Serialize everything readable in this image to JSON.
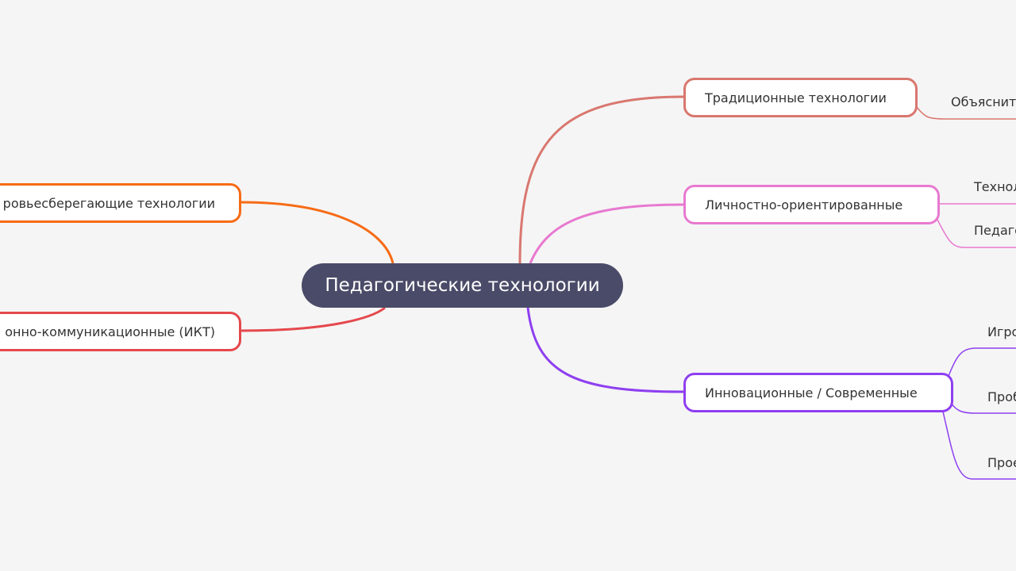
{
  "center": {
    "label": "Педагогические технологии",
    "color": "#4a4b68"
  },
  "right": [
    {
      "label": "Традиционные технологии",
      "color": "#d9776f",
      "children": [
        "Объяснит"
      ]
    },
    {
      "label": "Личностно-ориентированные",
      "color": "#e879d0",
      "children": [
        "Технол",
        "Педаго"
      ]
    },
    {
      "label": "Инновационные / Современные",
      "color": "#8e3ff0",
      "children": [
        "Игро",
        "Проб",
        "Прое"
      ]
    }
  ],
  "left": [
    {
      "label": "ровьесберегающие технологии",
      "color": "#f76b15"
    },
    {
      "label": "онно-коммуникационные (ИКТ)",
      "color": "#e5484d"
    }
  ]
}
